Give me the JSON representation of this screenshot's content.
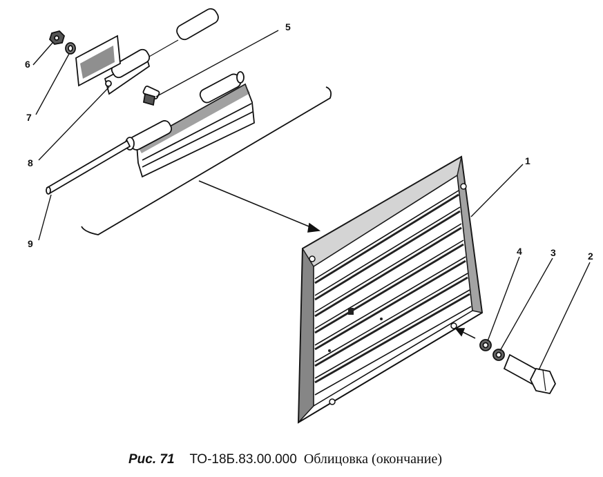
{
  "callouts": {
    "c1": "1",
    "c2": "2",
    "c3": "3",
    "c4": "4",
    "c5": "5",
    "c6": "6",
    "c7": "7",
    "c8": "8",
    "c9": "9"
  },
  "caption": {
    "figure_number": "Рис. 71",
    "drawing_code": "ТО-18Б.83.00.000",
    "title": "Облицовка (окончание)"
  }
}
